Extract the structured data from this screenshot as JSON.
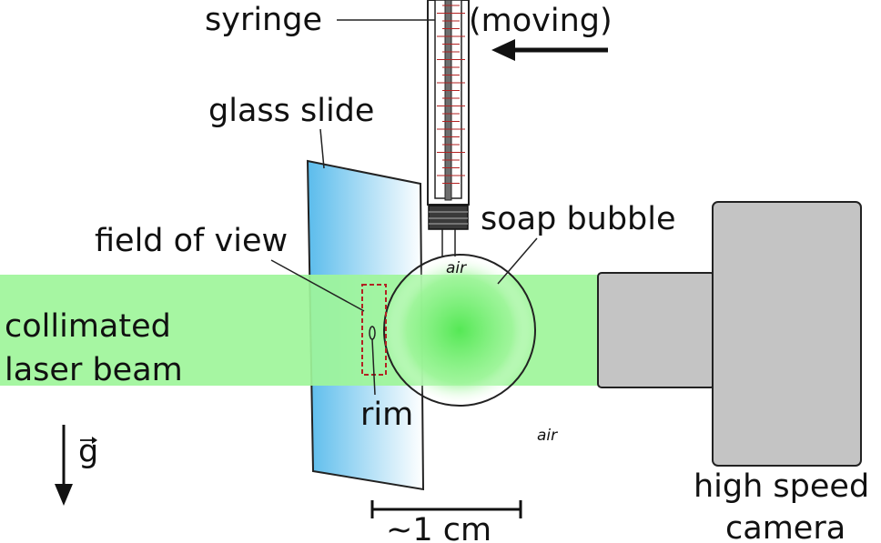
{
  "labels": {
    "syringe": "syringe",
    "moving": "(moving)",
    "glass_slide": "glass slide",
    "soap_bubble": "soap bubble",
    "field_of_view": "field of view",
    "laser_line1": "collimated",
    "laser_line2": "laser beam",
    "rim": "rim",
    "air_inside": "air",
    "air_outside": "air",
    "gravity": "g",
    "camera_line1": "high speed",
    "camera_line2": "camera",
    "scale": "~1 cm"
  },
  "colors": {
    "laser": "#9ef59a",
    "laser_center": "#55e855",
    "glass_left": "#5bbcec",
    "glass_right": "#ffffff",
    "camera": "#c4c4c4",
    "tick_red": "#b22222",
    "fov_red": "#b22222",
    "outline": "#222222"
  }
}
